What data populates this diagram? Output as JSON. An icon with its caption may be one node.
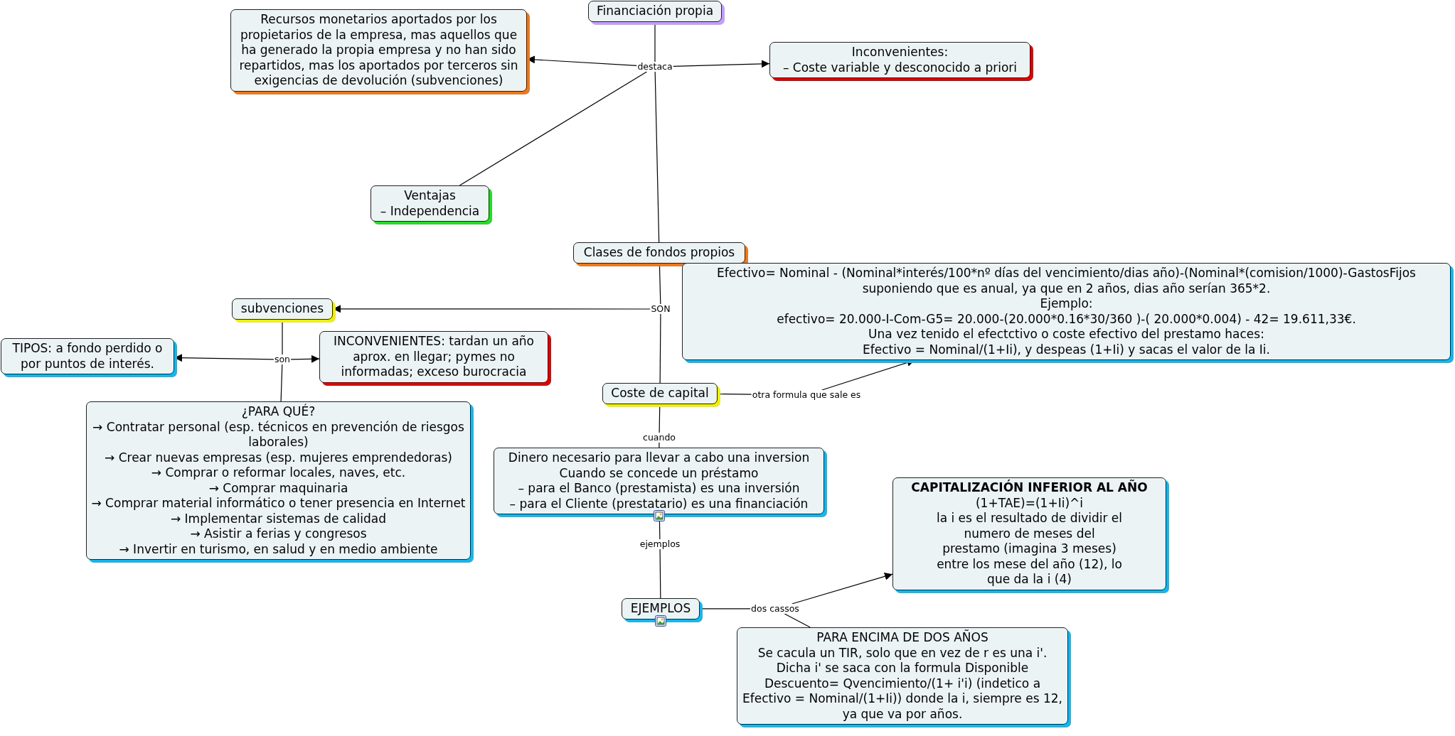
{
  "diagram": {
    "nodes": [
      {
        "text": [
          "Financiación propia"
        ]
      },
      {
        "text": [
          "destaca"
        ]
      },
      {
        "text": [
          "Recursos monetarios aportados por los propietarios de la empresa, mas aquellos que ha generado la propia empresa y no han sido repartidos, mas los aportados por terceros sin exigencias de devolución (subvenciones)"
        ]
      },
      {
        "text": [
          "Inconvenientes:",
          "– Coste variable y desconocido a priori"
        ]
      },
      {
        "text": [
          "Ventajas",
          "– Independencia"
        ]
      },
      {
        "text": [
          "Clases de fondos propios"
        ]
      },
      {
        "text": [
          "SON"
        ]
      },
      {
        "text": [
          "subvenciones"
        ]
      },
      {
        "text": [
          "son"
        ]
      },
      {
        "text": [
          "TIPOS: a fondo perdido o por puntos de interés."
        ]
      },
      {
        "text": [
          "INCONVENIENTES: tardan un año aprox. en llegar; pymes no informadas; exceso burocracia"
        ]
      },
      {
        "text": [
          "¿PARA QUÉ?",
          "→ Contratar personal (esp. técnicos en prevención de riesgos laborales)",
          "→ Crear nuevas empresas (esp. mujeres emprendedoras)",
          "→ Comprar o reformar locales, naves, etc.",
          "→ Comprar maquinaria",
          "→ Comprar material informático o tener presencia en Internet",
          "→ Implementar sistemas de calidad",
          "→ Asistir a ferias y congresos",
          "→ Invertir en turismo, en salud y en medio ambiente"
        ]
      },
      {
        "text": [
          "Coste de capital"
        ]
      },
      {
        "text": [
          "Efectivo= Nominal - (Nominal*interés/100*nº días del vencimiento/dias año)-(Nominal*(comision/1000)-GastosFijos",
          "suponiendo que es anual, ya que en 2 años, dias año serían 365*2.",
          "Ejemplo:",
          "efectivo= 20.000-I-Com-G5= 20.000-(20.000*0.16*30/360 )-( 20.000*0.004) - 42= 19.611,33€.",
          "Una vez tenido el efectctivo o coste efectivo del prestamo haces:",
          "Efectivo = Nominal/(1+Ii), y despeas (1+Ii) y sacas el valor de la Ii."
        ]
      },
      {
        "text": [
          "otra formula que sale es"
        ]
      },
      {
        "text": [
          "cuando"
        ]
      },
      {
        "text": [
          "Dinero necesario para llevar a cabo una inversion",
          "Cuando se concede un préstamo",
          "– para el Banco (prestamista) es una inversión",
          "– para el Cliente (prestatario) es una financiación"
        ]
      },
      {
        "text": [
          "ejemplos"
        ]
      },
      {
        "text": [
          "EJEMPLOS"
        ]
      },
      {
        "text": [
          "dos cassos"
        ]
      },
      {
        "text": [
          "CAPITALIZACIÓN INFERIOR AL AÑO",
          "(1+TAE)=(1+Ii)^i",
          "la i es el resultado de dividir el numero de meses del prestamo (imagina 3 meses) entre los mese del año (12), lo que da la i (4)"
        ]
      },
      {
        "text": [
          "PARA ENCIMA DE DOS AÑOS",
          "Se cacula un TIR, solo que en vez de r es una i'. Dicha i' se saca con la formula Disponible Descuento= Qvencimiento/(1+ i'i) (indetico a Efectivo = Nominal/(1+Ii)) donde la i, siempre es 12, ya que va por años."
        ]
      }
    ],
    "edges": [
      {
        "from": 0,
        "to": 1,
        "arrow": "none"
      },
      {
        "from": 1,
        "to": 2,
        "arrow": "to"
      },
      {
        "from": 1,
        "to": 3,
        "arrow": "to"
      },
      {
        "from": 1,
        "to": 4,
        "arrow": "none"
      },
      {
        "from": 1,
        "to": 5,
        "arrow": "none"
      },
      {
        "from": 5,
        "to": 6,
        "arrow": "none"
      },
      {
        "from": 6,
        "to": 7,
        "arrow": "to"
      },
      {
        "from": 6,
        "to": 12,
        "arrow": "none"
      },
      {
        "from": 7,
        "to": 8,
        "arrow": "none"
      },
      {
        "from": 8,
        "to": 9,
        "arrow": "to"
      },
      {
        "from": 8,
        "to": 10,
        "arrow": "to"
      },
      {
        "from": 8,
        "to": 11,
        "arrow": "none"
      },
      {
        "from": 12,
        "to": 14,
        "arrow": "none"
      },
      {
        "from": 14,
        "to": 13,
        "arrow": "to"
      },
      {
        "from": 12,
        "to": 15,
        "arrow": "none"
      },
      {
        "from": 15,
        "to": 16,
        "arrow": "none"
      },
      {
        "from": 16,
        "to": 17,
        "arrow": "none"
      },
      {
        "from": 17,
        "to": 18,
        "arrow": "none"
      },
      {
        "from": 18,
        "to": 19,
        "arrow": "none"
      },
      {
        "from": 19,
        "to": 20,
        "arrow": "to"
      },
      {
        "from": 19,
        "to": 21,
        "arrow": "none"
      }
    ]
  }
}
